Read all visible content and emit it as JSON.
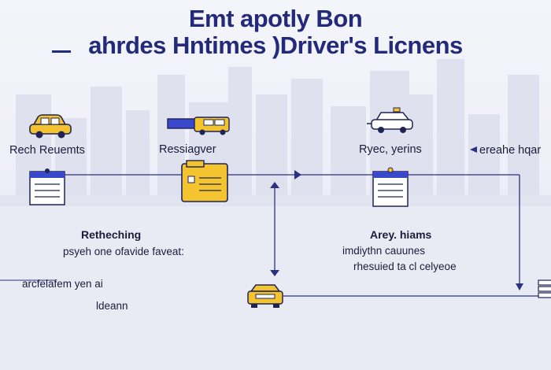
{
  "title": {
    "line1": "Emt apotly Bon",
    "line2": "ahrdes Hntimes )Driver's Licnens"
  },
  "nodes": {
    "reach_requirements": "Rech Reuemts",
    "ressiagver": "Ressiagver",
    "ryec_yerins": "Ryec, yerins",
    "ereahe_hqar": "ereahe hqar"
  },
  "notes": {
    "retheching": "Retheching",
    "psyeh_line": "psyeh one ofavide faveat:",
    "arey_hiams": "Arey. hiams",
    "imdiy_line": "imdiythn cauunes",
    "rheslied_line": "rhesuied ta cl celyeoe",
    "bottom_left_line": "arcfelafem yen ai",
    "ideann": "ldeann"
  },
  "icons": {
    "car_left": "taxi-car-icon",
    "truck": "tow-truck-icon",
    "police_car": "patrol-car-icon",
    "document_left": "form-document-icon",
    "folder": "folder-icon",
    "clipboard": "clipboard-icon",
    "car_front": "car-front-icon",
    "paper_stack": "paper-stack-icon"
  },
  "colors": {
    "title": "#232a7a",
    "line": "#2b3080",
    "accent_yellow": "#f4c430",
    "skyline": "#dcdfec"
  }
}
